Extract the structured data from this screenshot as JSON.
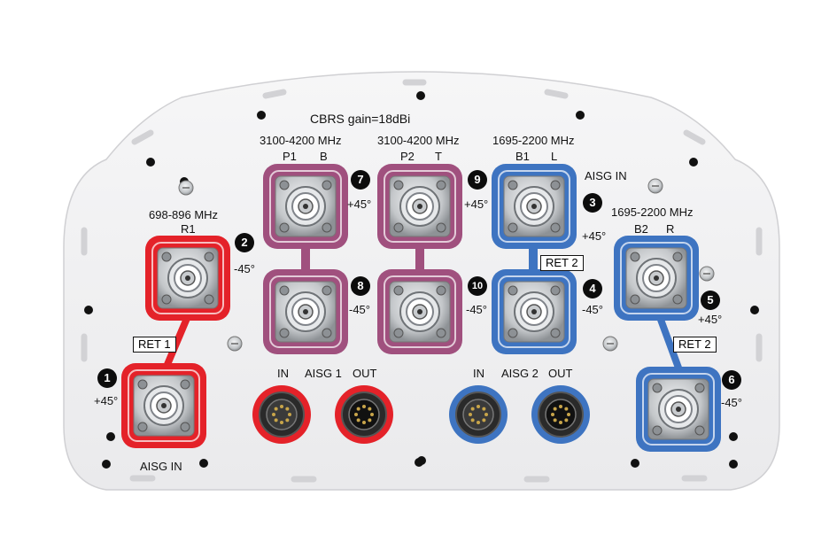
{
  "colors": {
    "plate": "#f1f1f2",
    "red": "#e42229",
    "purple": "#a0507e",
    "blue": "#3e74c1",
    "metal": "#c7cacd"
  },
  "header": {
    "cbrs": "CBRS gain=18dBi"
  },
  "groups": [
    {
      "id": "r1",
      "freq": "698-896 MHz",
      "ports": "R1"
    },
    {
      "id": "p1b",
      "freq": "3100-4200 MHz",
      "port_a": "P1",
      "port_b": "B"
    },
    {
      "id": "p2t",
      "freq": "3100-4200 MHz",
      "port_a": "P2",
      "port_b": "T"
    },
    {
      "id": "b1l",
      "freq": "1695-2200 MHz",
      "port_a": "B1",
      "port_b": "L"
    },
    {
      "id": "b2r",
      "freq": "1695-2200 MHz",
      "port_a": "B2",
      "port_b": "R"
    }
  ],
  "ports": [
    {
      "num": "1",
      "pol": "+45°"
    },
    {
      "num": "2",
      "pol": "-45°"
    },
    {
      "num": "3",
      "pol": "+45°"
    },
    {
      "num": "4",
      "pol": "-45°"
    },
    {
      "num": "5",
      "pol": "+45°"
    },
    {
      "num": "6",
      "pol": "-45°"
    },
    {
      "num": "7",
      "pol": "+45°"
    },
    {
      "num": "8",
      "pol": "-45°"
    },
    {
      "num": "9",
      "pol": "+45°"
    },
    {
      "num": "10",
      "pol": "-45°"
    }
  ],
  "ret": [
    "RET 1",
    "RET 2",
    "RET 2"
  ],
  "aisg": {
    "in_left": "AISG  IN",
    "in_right": "AISG  IN",
    "aisg1": {
      "in": "IN",
      "name": "AISG 1",
      "out": "OUT"
    },
    "aisg2": {
      "in": "IN",
      "name": "AISG 2",
      "out": "OUT"
    }
  }
}
